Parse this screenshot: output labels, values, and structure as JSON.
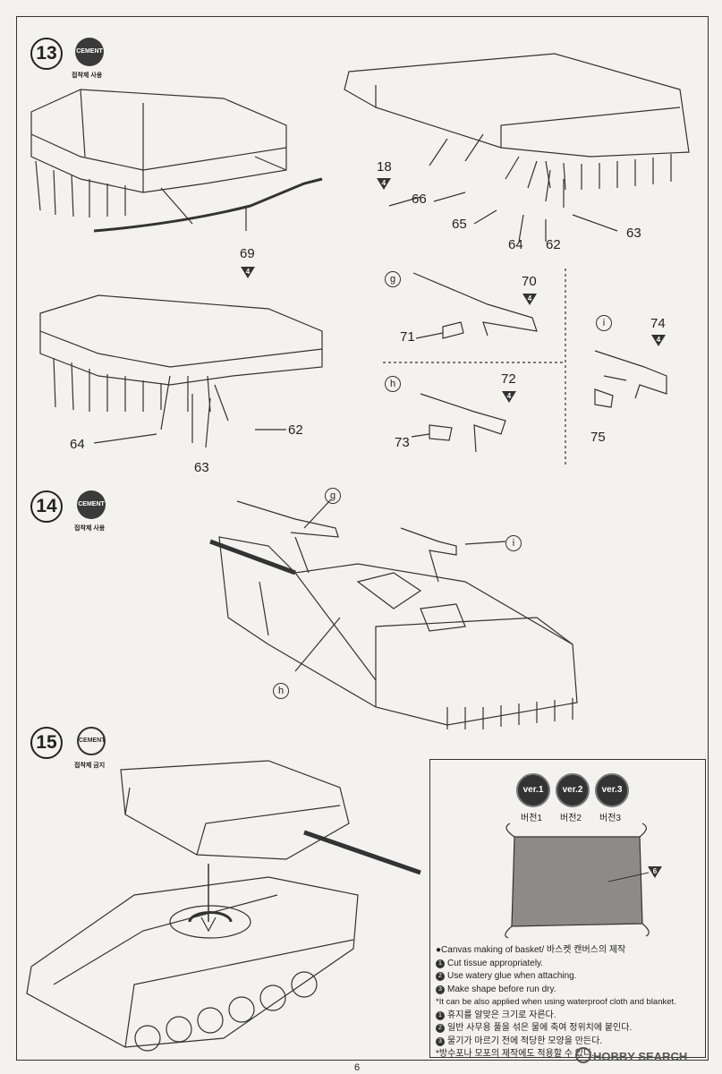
{
  "steps": [
    {
      "number": "13",
      "cement": "CEMENT",
      "cement_note": "접착제 사용"
    },
    {
      "number": "14",
      "cement": "CEMENT",
      "cement_note": "접착제 사용"
    },
    {
      "number": "15",
      "cement": "CEMENT",
      "cement_note": "접착제 금지"
    }
  ],
  "part_labels": {
    "p18": "18",
    "p66": "66",
    "p65": "65",
    "p64a": "64",
    "p62a": "62",
    "p63a": "63",
    "p69": "69",
    "p70": "70",
    "p71": "71",
    "p74": "74",
    "p75": "75",
    "p72": "72",
    "p73": "73",
    "p64b": "64",
    "p62b": "62",
    "p63b": "63"
  },
  "sprue_marks": {
    "t18": "4",
    "t69": "4",
    "t70": "4",
    "t74": "4",
    "t72": "4",
    "t6": "6"
  },
  "subassembly_letters": {
    "g1": "ⓖ",
    "i1": "ⓘ",
    "h1": "ⓗ",
    "g2": "ⓖ",
    "i2": "ⓘ",
    "h2": "ⓗ"
  },
  "canvas_versions": [
    {
      "badge": "ver.1",
      "label": "버전1"
    },
    {
      "badge": "ver.2",
      "label": "버전2"
    },
    {
      "badge": "ver.3",
      "label": "버전3"
    }
  ],
  "canvas_instructions": {
    "title": "●Canvas making of basket/ 바스켓 캔버스의 제작",
    "lines": [
      {
        "num": "1",
        "text": "Cut tissue appropriately."
      },
      {
        "num": "2",
        "text": "Use watery glue when attaching."
      },
      {
        "num": "3",
        "text": "Make shape before run dry."
      }
    ],
    "note_en": "*It can be also applied when using waterproof cloth and blanket.",
    "lines_kr": [
      {
        "num": "1",
        "text": "휴지를 알맞은 크기로 자른다."
      },
      {
        "num": "2",
        "text": "일반 사무용 풀을 섞은 물에 축여 정위치에 붙인다."
      },
      {
        "num": "3",
        "text": "물기가 마르기 전에 적당한 모양을 만든다."
      }
    ],
    "note_kr": "*방수포나 모포의 제작에도 적용할 수 있다."
  },
  "page_number": "6",
  "watermark": "HOBBY SEARCH"
}
